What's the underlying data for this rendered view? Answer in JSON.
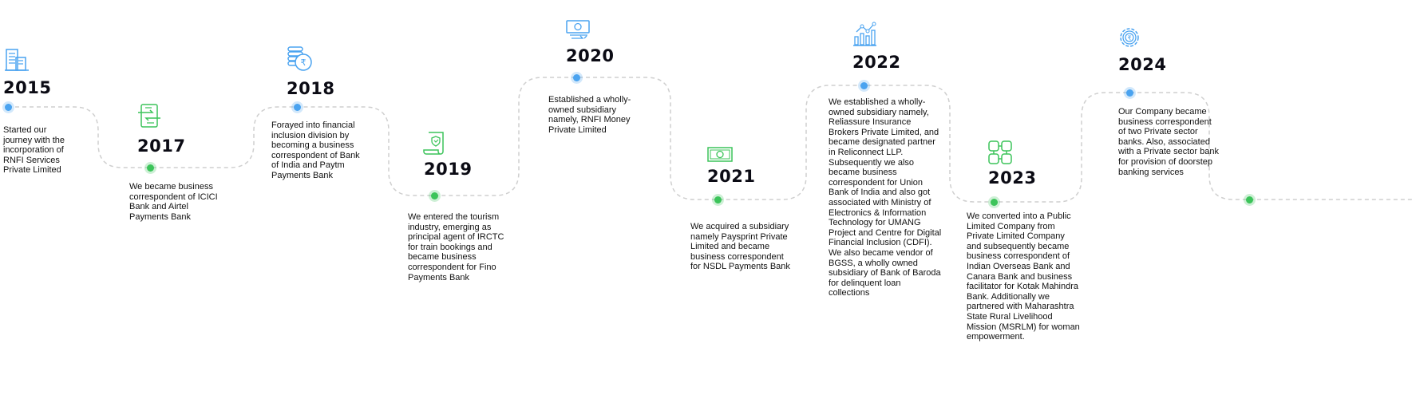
{
  "colors": {
    "blue": "#4aa3f0",
    "green": "#3cc45a",
    "path": "#cfcfcf"
  },
  "milestones": [
    {
      "year": "2015",
      "icon": "building-icon",
      "color": "blue",
      "description": "Started our journey with the incorporation of RNFI Services Private Limited"
    },
    {
      "year": "2017",
      "icon": "document-transfer-icon",
      "color": "green",
      "description": "We became business correspondent of ICICI Bank and Airtel Payments Bank"
    },
    {
      "year": "2018",
      "icon": "rupee-coins-icon",
      "color": "blue",
      "description": "Forayed into financial inclusion division by becoming a business correspondent of Bank of India and Paytm Payments Bank"
    },
    {
      "year": "2019",
      "icon": "certificate-scroll-icon",
      "color": "green",
      "description": "We entered the tourism industry, emerging as principal agent of IRCTC for train bookings and became business correspondent for Fino Payments Bank"
    },
    {
      "year": "2020",
      "icon": "money-transfer-icon",
      "color": "blue",
      "description": "Established a wholly-owned subsidiary namely, RNFI Money Private Limited"
    },
    {
      "year": "2021",
      "icon": "banknote-icon",
      "color": "green",
      "description": "We acquired a subsidiary namely Paysprint Private Limited and became business correspondent for NSDL Payments Bank"
    },
    {
      "year": "2022",
      "icon": "growth-chart-icon",
      "color": "blue",
      "description": "We established a wholly-owned subsidiary namely, Reliassure Insurance Brokers Private Limited, and became designated partner in Reliconnect LLP. Subsequently we also became business correspondent for Union Bank of India and also got associated with Ministry of Electronics & Information Technology for UMANG Project and Centre for Digital Financial Inclusion (CDFI). We also became vendor of BGSS, a wholly owned subsidiary of Bank of Baroda for delinquent loan collections"
    },
    {
      "year": "2023",
      "icon": "joined-hands-icon",
      "color": "green",
      "description": "We converted into a Public Limited Company from Private Limited Company and subsequently became business correspondent of Indian Overseas Bank and Canara Bank and business facilitator for Kotak Mahindra Bank. Additionally we partnered with Maharashtra State Rural Livelihood Mission (MSRLM) for woman empowerment."
    },
    {
      "year": "2024",
      "icon": "rupee-gear-icon",
      "color": "blue",
      "description": "Our Company became business correspondent of two Private sector banks. Also, associated with a Private sector bank for provision of doorstep banking services"
    }
  ]
}
